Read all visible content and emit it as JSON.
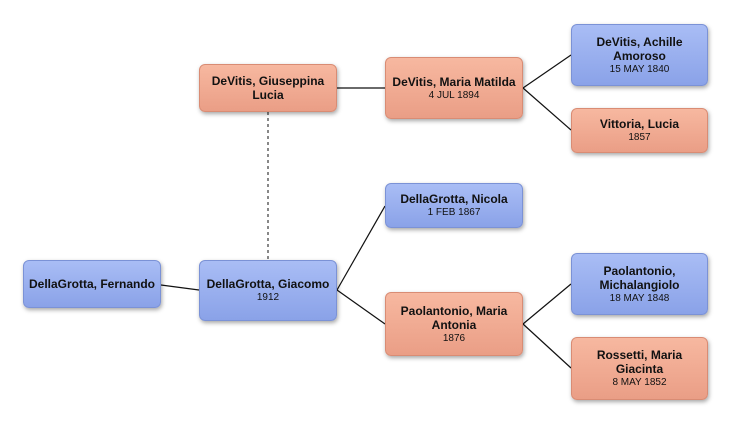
{
  "colors": {
    "male": "#99aff0",
    "female": "#f3ab92",
    "line": "#111111",
    "spouse_line": "#555555"
  },
  "people": {
    "fernando": {
      "name": "DellaGrotta, Fernando",
      "date": ""
    },
    "giacomo": {
      "name": "DellaGrotta, Giacomo",
      "date": "1912"
    },
    "giuseppina": {
      "name": "DeVitis, Giuseppina Lucia",
      "date": ""
    },
    "maria_matilda": {
      "name": "DeVitis, Maria Matilda",
      "date": "4 JUL 1894"
    },
    "nicola": {
      "name": "DellaGrotta, Nicola",
      "date": "1 FEB 1867"
    },
    "maria_antonia": {
      "name": "Paolantonio, Maria Antonia",
      "date": "1876"
    },
    "achille": {
      "name": "DeVitis, Achille Amoroso",
      "date": "15 MAY 1840"
    },
    "vittoria": {
      "name": "Vittoria, Lucia",
      "date": "1857"
    },
    "michalangiolo": {
      "name": "Paolantonio, Michalangiolo",
      "date": "18 MAY 1848"
    },
    "rossetti": {
      "name": "Rossetti, Maria Giacinta",
      "date": "8 MAY 1852"
    }
  }
}
